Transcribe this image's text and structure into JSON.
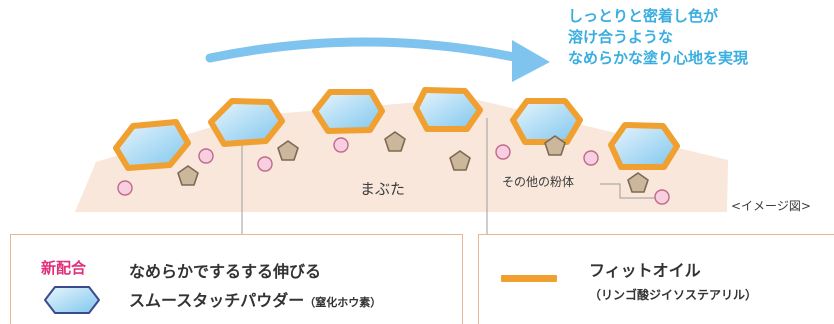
{
  "headline": {
    "line1": "しっとりと密着し色が",
    "line2": "溶け合うような",
    "line3": "なめらかな塗り心地を実現"
  },
  "labels": {
    "eyelid": "まぶた",
    "other_powder": "その他の粉体",
    "image_note": "<イメージ図>"
  },
  "legend": {
    "new_tag": "新配合",
    "powder_line1": "なめらかでするする伸びる",
    "powder_line2": "スムースタッチパウダー",
    "powder_sub": "（窒化ホウ素）",
    "oil_name": "フィットオイル",
    "oil_sub": "（リンゴ酸ジイソステアリル）"
  },
  "colors": {
    "accent_blue": "#3aaee0",
    "oil_orange": "#f0a030",
    "skin": "#f8e7da",
    "new_pink": "#e0307a",
    "pentagon": "#cbb79c",
    "circle_pink": "#f7cfe0"
  }
}
